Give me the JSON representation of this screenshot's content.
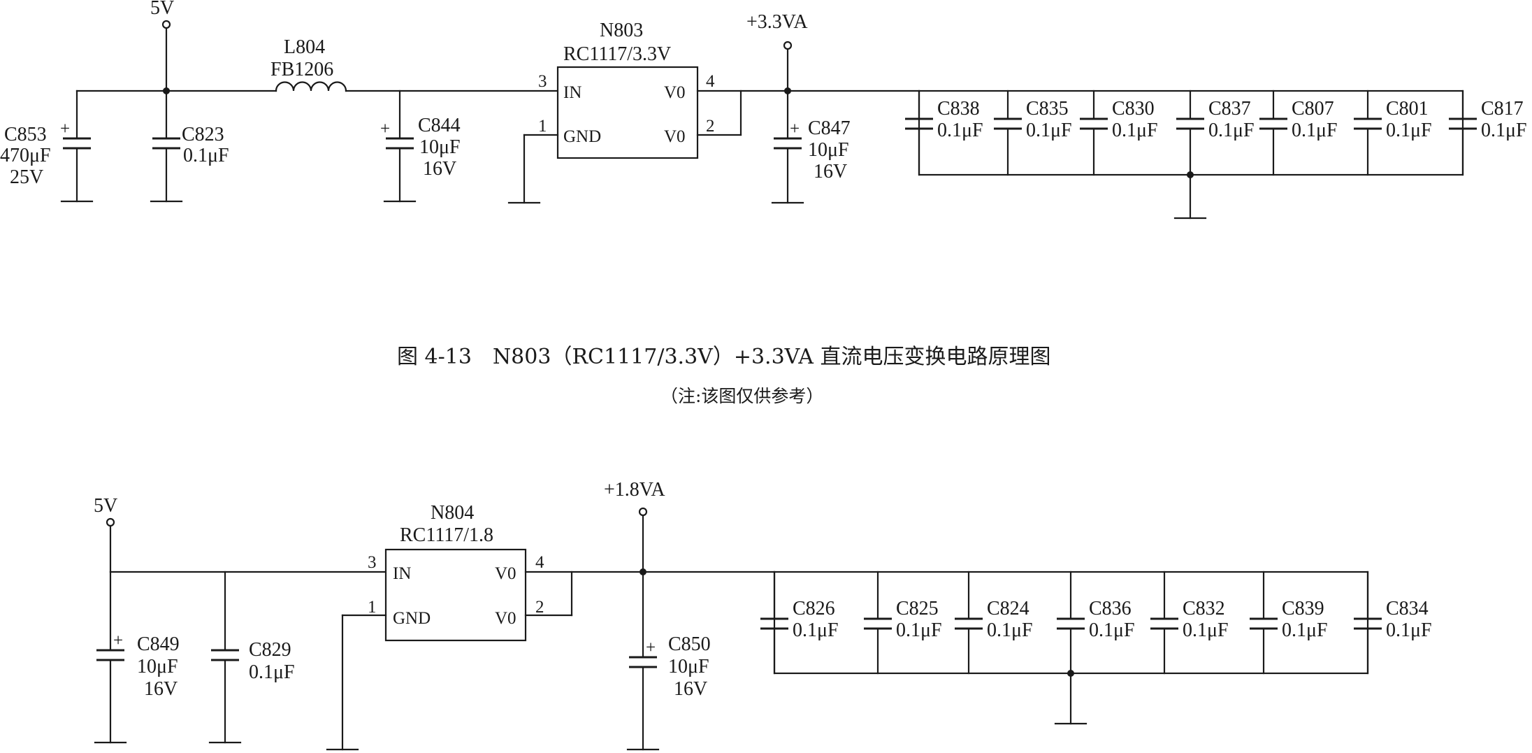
{
  "caption": {
    "title": "图 4-13　N803（RC1117/3.3V）+3.3VA 直流电压变换电路原理图",
    "note": "（注:该图仅供参考）"
  },
  "top_circuit": {
    "input_rail": "5V",
    "output_rail": "+3.3VA",
    "inductor": {
      "ref": "L804",
      "value": "FB1206"
    },
    "regulator": {
      "ref": "N803",
      "part": "RC1117/3.3V",
      "pins": {
        "in": "IN",
        "gnd": "GND",
        "vo1": "V0",
        "vo2": "V0",
        "n_in": "3",
        "n_gnd": "1",
        "n_vo1": "4",
        "n_vo2": "2"
      }
    },
    "capacitors": [
      {
        "ref": "C853",
        "v1": "470μF",
        "v2": "25V"
      },
      {
        "ref": "C823",
        "v1": "0.1μF",
        "v2": ""
      },
      {
        "ref": "C844",
        "v1": "10μF",
        "v2": "16V"
      },
      {
        "ref": "C847",
        "v1": "10μF",
        "v2": "16V"
      },
      {
        "ref": "C838",
        "v1": "0.1μF",
        "v2": ""
      },
      {
        "ref": "C835",
        "v1": "0.1μF",
        "v2": ""
      },
      {
        "ref": "C830",
        "v1": "0.1μF",
        "v2": ""
      },
      {
        "ref": "C837",
        "v1": "0.1μF",
        "v2": ""
      },
      {
        "ref": "C807",
        "v1": "0.1μF",
        "v2": ""
      },
      {
        "ref": "C801",
        "v1": "0.1μF",
        "v2": ""
      },
      {
        "ref": "C817",
        "v1": "0.1μF",
        "v2": ""
      }
    ]
  },
  "bottom_circuit": {
    "input_rail": "5V",
    "output_rail": "+1.8VA",
    "regulator": {
      "ref": "N804",
      "part": "RC1117/1.8",
      "pins": {
        "in": "IN",
        "gnd": "GND",
        "vo1": "V0",
        "vo2": "V0",
        "n_in": "3",
        "n_gnd": "1",
        "n_vo1": "4",
        "n_vo2": "2"
      }
    },
    "capacitors": [
      {
        "ref": "C849",
        "v1": "10μF",
        "v2": "16V"
      },
      {
        "ref": "C829",
        "v1": "0.1μF",
        "v2": ""
      },
      {
        "ref": "C850",
        "v1": "10μF",
        "v2": "16V"
      },
      {
        "ref": "C826",
        "v1": "0.1μF",
        "v2": ""
      },
      {
        "ref": "C825",
        "v1": "0.1μF",
        "v2": ""
      },
      {
        "ref": "C824",
        "v1": "0.1μF",
        "v2": ""
      },
      {
        "ref": "C836",
        "v1": "0.1μF",
        "v2": ""
      },
      {
        "ref": "C832",
        "v1": "0.1μF",
        "v2": ""
      },
      {
        "ref": "C839",
        "v1": "0.1μF",
        "v2": ""
      },
      {
        "ref": "C834",
        "v1": "0.1μF",
        "v2": ""
      }
    ]
  },
  "polarity_mark": "+"
}
